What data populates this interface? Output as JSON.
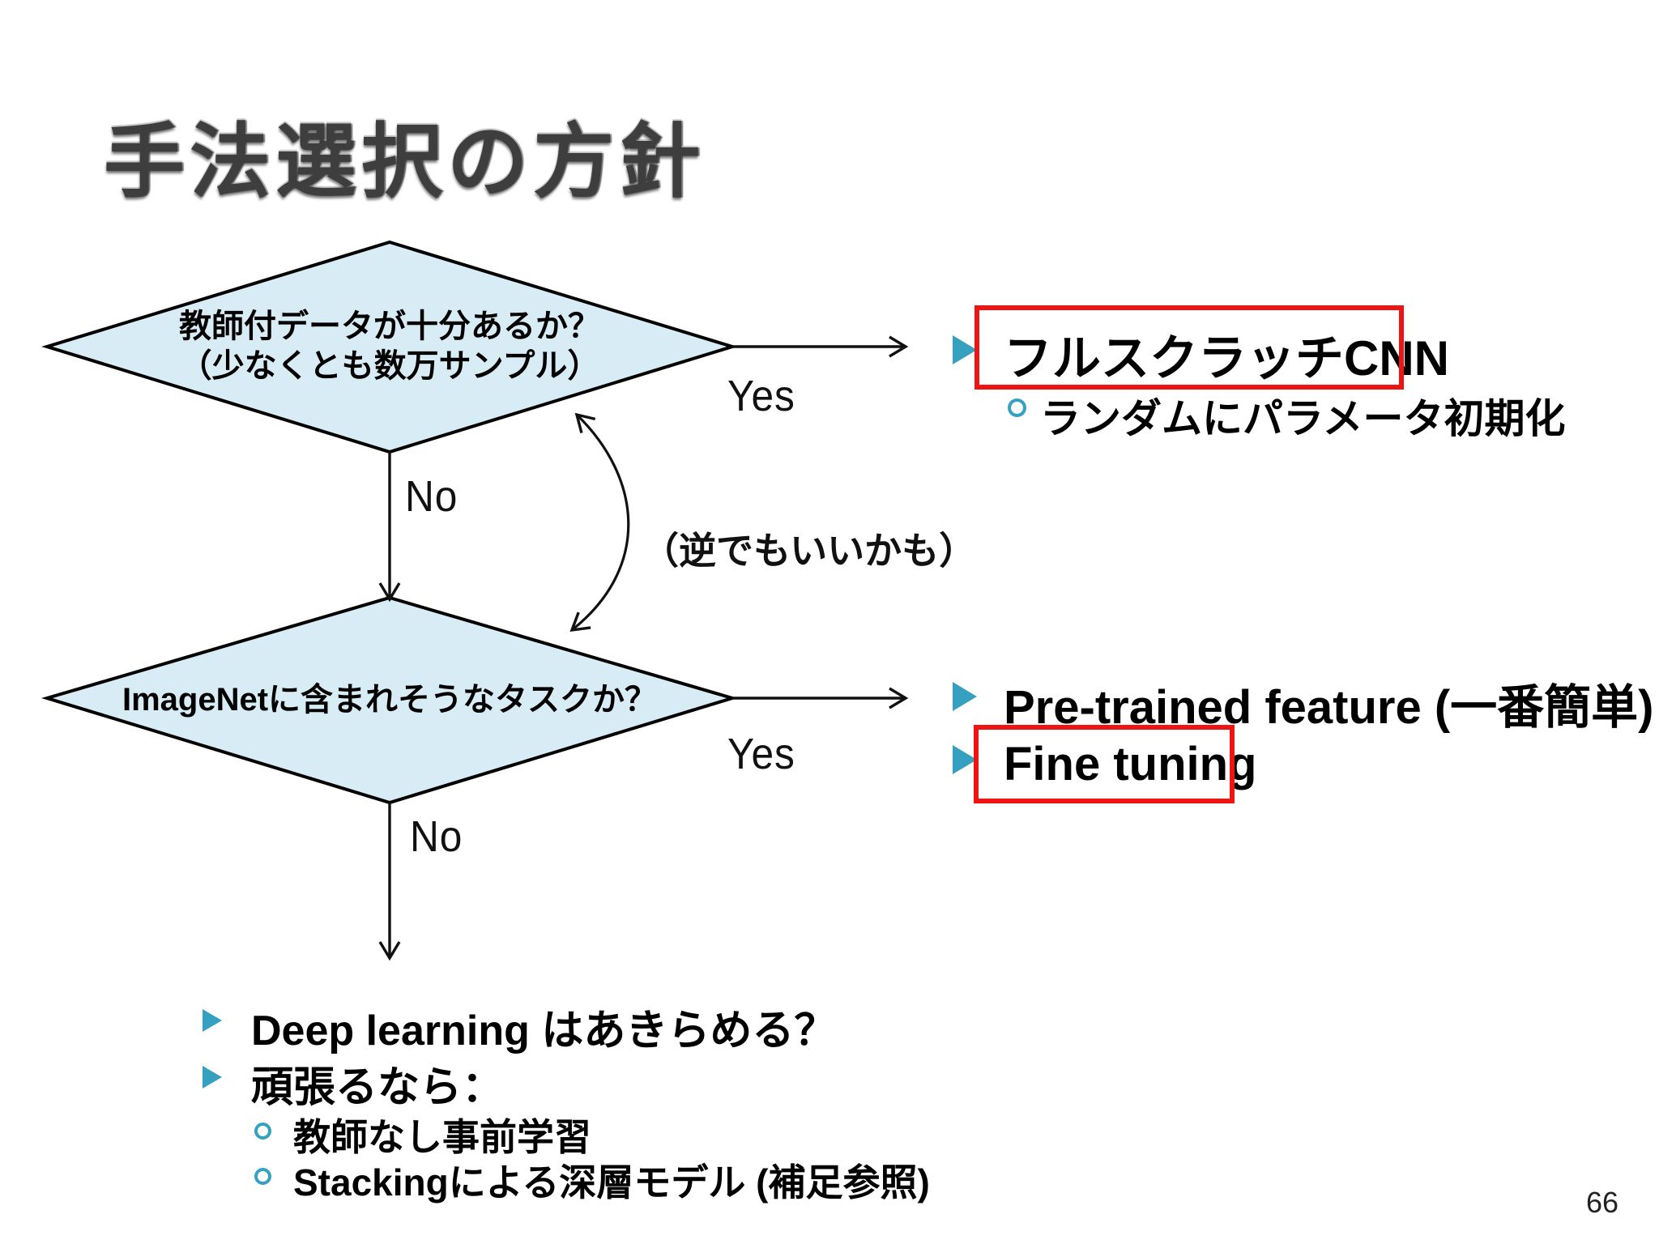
{
  "slide": {
    "title": "手法選択の方針",
    "page_number": "66",
    "colors": {
      "diamond_fill": "#d8ecf5",
      "diamond_border": "#000000",
      "accent_teal": "#35a0c0",
      "highlight_red": "#ee1411",
      "line_black": "#111111"
    },
    "flowchart": {
      "decision1": {
        "line1": "教師付データが十分あるか？",
        "line2": "（少なくとも数万サンプル）",
        "yes_label": "Yes",
        "no_label": "No"
      },
      "swap_note": "（逆でもいいかも）",
      "decision2": {
        "text": "ImageNetに含まれそうなタスクか？",
        "yes_label": "Yes",
        "no_label": "No"
      }
    },
    "outcome_top": {
      "item1": "フルスクラッチCNN",
      "sub1": "ランダムにパラメータ初期化"
    },
    "outcome_mid": {
      "item1": "Pre-trained feature (一番簡単)",
      "item2": "Fine tuning"
    },
    "outcome_bottom": {
      "item1": "Deep learning はあきらめる？",
      "item2": "頑張るなら：",
      "sub1": "教師なし事前学習",
      "sub2": "Stackingによる深層モデル (補足参照)"
    }
  }
}
